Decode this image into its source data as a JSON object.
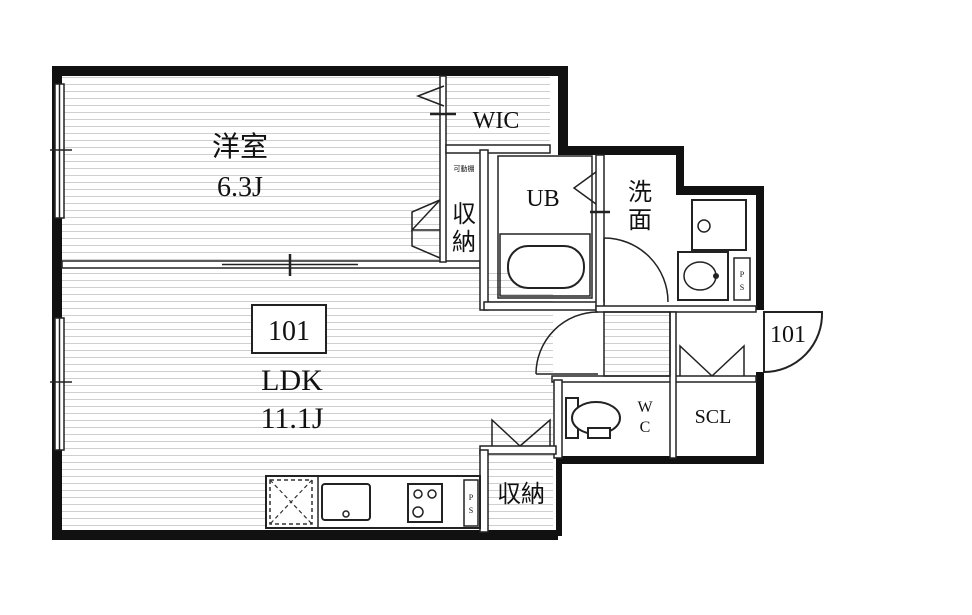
{
  "rooms": {
    "western": {
      "name": "洋室",
      "size": "6.3J"
    },
    "ldk": {
      "name": "LDK",
      "size": "11.1J"
    },
    "wic": "WIC",
    "storage_bedroom": [
      "収",
      "納"
    ],
    "storage_hall": "収納",
    "ub": "UB",
    "washroom": [
      "洗",
      "面"
    ],
    "wc": [
      "W",
      "C"
    ],
    "scl": "SCL"
  },
  "unit_number": "101",
  "entrance_number": "101",
  "small_labels": {
    "kadouwaku": "可動棚",
    "ps": [
      "P",
      "S"
    ]
  },
  "colors": {
    "wall": "#111111",
    "hatch": "#cccccc",
    "background": "#ffffff"
  }
}
